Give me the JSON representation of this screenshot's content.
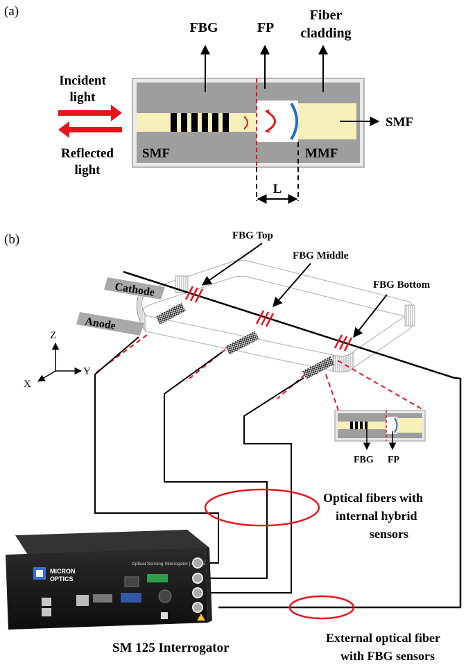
{
  "panel_a": {
    "tag": "(a)",
    "fbg": "FBG",
    "fp": "FP",
    "cladding_line1": "Fiber",
    "cladding_line2": "cladding",
    "incident_line1": "Incident",
    "incident_line2": "light",
    "reflected_line1": "Reflected",
    "reflected_line2": "light",
    "smf_left": "SMF",
    "mmf": "MMF",
    "smf_right": "SMF",
    "length": "L"
  },
  "panel_b": {
    "tag": "(b)",
    "fbg_top": "FBG Top",
    "fbg_middle": "FBG Middle",
    "fbg_bottom": "FBG Bottom",
    "cathode": "Cathode",
    "anode": "Anode",
    "axis_z": "Z",
    "axis_y": "Y",
    "axis_x": "X",
    "inset_fbg": "FBG",
    "inset_fp": "FP",
    "optical_line1": "Optical fibers with",
    "optical_line2": "internal hybrid",
    "optical_line3": "sensors",
    "external_line1": "External optical fiber",
    "external_line2": "with FBG sensors",
    "device_caption": "SM 125 Interrogator",
    "brand_line1": "MICRON",
    "brand_line2": "OPTICS",
    "device_title": "Optical Sensing Interrogator | sm125"
  },
  "colors": {
    "red": "#e8141c",
    "blue": "#1f6fc4",
    "fiber_core": "#f7f0b8",
    "cladding_gray": "#9e9e9e"
  }
}
